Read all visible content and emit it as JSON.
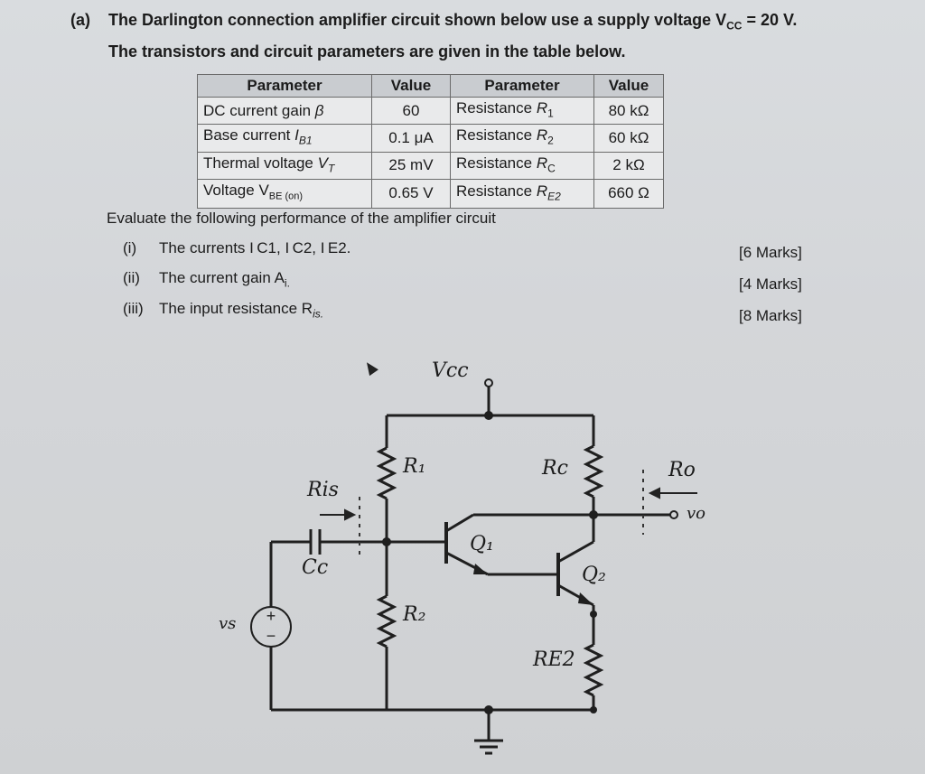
{
  "question": {
    "label": "(a)",
    "line1": "The Darlington connection amplifier circuit shown below use a supply voltage V",
    "line1_sub": "CC",
    "line1_end": " = 20 V.",
    "line2": "The transistors and circuit parameters are given in the table below."
  },
  "table": {
    "headers": [
      "Parameter",
      "Value",
      "Parameter",
      "Value"
    ],
    "rows": [
      [
        "DC current gain β",
        "60",
        "Resistance R₁",
        "80 kΩ"
      ],
      [
        "Base current I_B1",
        "0.1 μA",
        "Resistance R₂",
        "60 kΩ"
      ],
      [
        "Thermal voltage V_T",
        "25 mV",
        "Resistance R_C",
        "2 kΩ"
      ],
      [
        "Voltage V_BE (on)",
        "0.65 V",
        "Resistance R_E2",
        "660 Ω"
      ]
    ],
    "row_display": [
      {
        "p1": "DC current gain ",
        "p1i": "β",
        "p1s": "",
        "v1": "60",
        "p2": "Resistance ",
        "p2i": "R",
        "p2s": "1",
        "v2": "80 kΩ"
      },
      {
        "p1": "Base current ",
        "p1i": "I",
        "p1s": "B1",
        "v1": "0.1 μA",
        "p2": "Resistance ",
        "p2i": "R",
        "p2s": "2",
        "v2": "60 kΩ"
      },
      {
        "p1": "Thermal voltage ",
        "p1i": "V",
        "p1s": "T",
        "v1": "25 mV",
        "p2": "Resistance ",
        "p2i": "R",
        "p2s": "C",
        "v2": "2 kΩ"
      },
      {
        "p1": "Voltage V",
        "p1i": "",
        "p1s": "BE (on)",
        "v1": "0.65 V",
        "p2": "Resistance ",
        "p2i": "R",
        "p2s": "E2",
        "v2": "660 Ω"
      }
    ]
  },
  "evaluate": {
    "heading": "Evaluate the following performance of the amplifier circuit",
    "items": [
      {
        "num": "(i)",
        "text": "The currents I",
        "tail": "C1, IC2, IE2.",
        "display": "The currents I C1, I C2, I E2.",
        "marks": "[6 Marks]"
      },
      {
        "num": "(ii)",
        "text": "The current gain A",
        "tail": "i.",
        "marks": "[4 Marks]"
      },
      {
        "num": "(iii)",
        "text": "The input resistance R",
        "tail": "is.",
        "marks": "[8 Marks]"
      }
    ]
  },
  "circuit": {
    "labels": {
      "vcc": "Vcc",
      "r1": "R₁",
      "r2": "R₂",
      "rc": "Rc",
      "re2": "RE2",
      "ris": "Ris",
      "cc": "Cc",
      "q1": "Q₁",
      "q2": "Q₂",
      "ro": "Ro",
      "vo": "vo",
      "vs": "vs",
      "plus": "+",
      "minus": "−"
    }
  }
}
